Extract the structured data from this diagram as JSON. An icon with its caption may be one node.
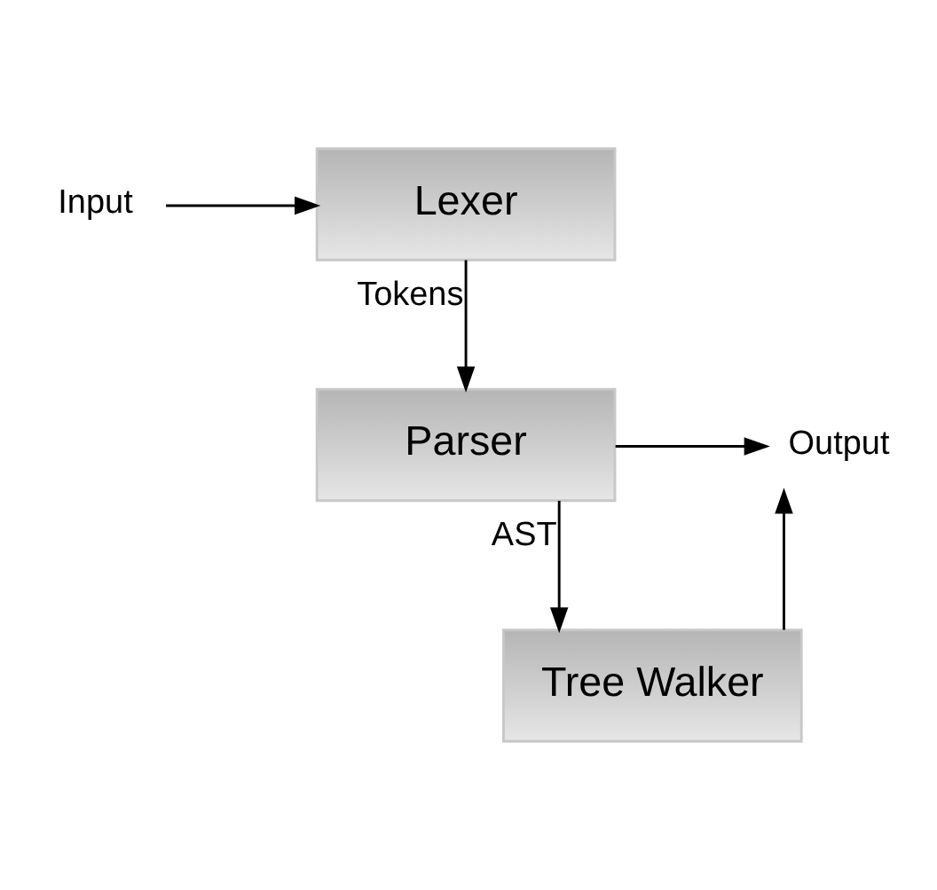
{
  "diagram": {
    "nodes": [
      {
        "text": [
          "Input"
        ]
      },
      {
        "text": [
          "Lexer"
        ]
      },
      {
        "text": [
          "Parser"
        ]
      },
      {
        "text": [
          "Tree Walker"
        ]
      },
      {
        "text": [
          "Output"
        ]
      }
    ],
    "edges": [
      {
        "from": 0,
        "to": 1,
        "arrow": "to"
      },
      {
        "from": 1,
        "to": 2,
        "arrow": "to",
        "label": "Tokens"
      },
      {
        "from": 2,
        "to": 4,
        "arrow": "to"
      },
      {
        "from": 2,
        "to": 3,
        "arrow": "to",
        "label": "AST"
      },
      {
        "from": 3,
        "to": 4,
        "arrow": "to"
      }
    ]
  }
}
